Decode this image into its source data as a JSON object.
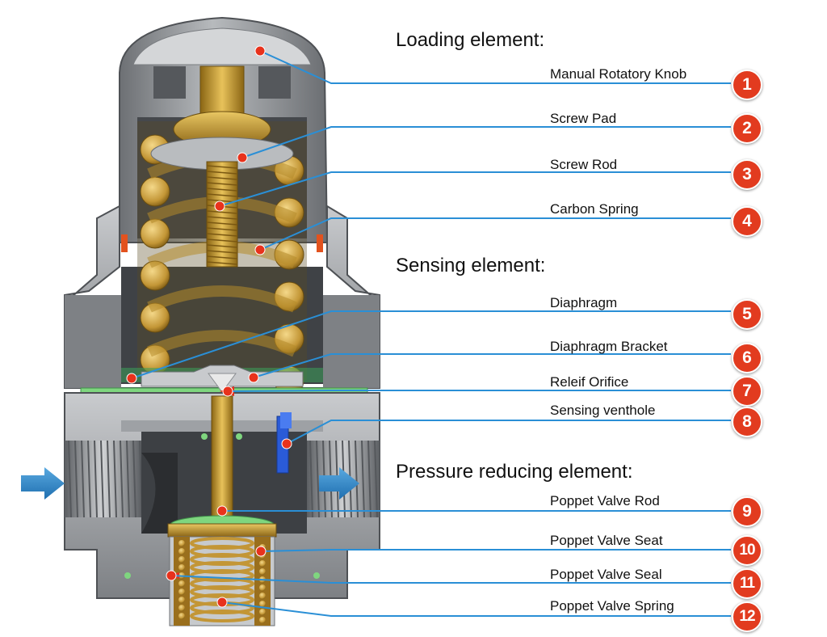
{
  "sections": {
    "loading": "Loading element:",
    "sensing": "Sensing element:",
    "pressure": "Pressure reducing element:"
  },
  "parts": [
    {
      "number": "1",
      "label": "Manual Rotatory Knob"
    },
    {
      "number": "2",
      "label": "Screw Pad"
    },
    {
      "number": "3",
      "label": "Screw Rod"
    },
    {
      "number": "4",
      "label": "Carbon Spring"
    },
    {
      "number": "5",
      "label": "Diaphragm"
    },
    {
      "number": "6",
      "label": "Diaphragm Bracket"
    },
    {
      "number": "7",
      "label": "Releif Orifice"
    },
    {
      "number": "8",
      "label": "Sensing venthole"
    },
    {
      "number": "9",
      "label": "Poppet Valve Rod"
    },
    {
      "number": "10",
      "label": "Poppet Valve Seat"
    },
    {
      "number": "11",
      "label": "Poppet Valve Seal"
    },
    {
      "number": "12",
      "label": "Poppet Valve Spring"
    }
  ],
  "colors": {
    "leader_line": "#2a8fd6",
    "badge": "#e23b1f",
    "marker_dot": "#e8321c",
    "flow_arrow": "#2f86c8",
    "body_metal": "#8c8f93",
    "brass": "#c49a32",
    "diaphragm": "#7fd67f",
    "vent_plug": "#2a5bd8"
  },
  "icons": {
    "inlet": "arrow-right-icon",
    "outlet": "arrow-right-icon",
    "callout": "numbered-circle-icon"
  }
}
